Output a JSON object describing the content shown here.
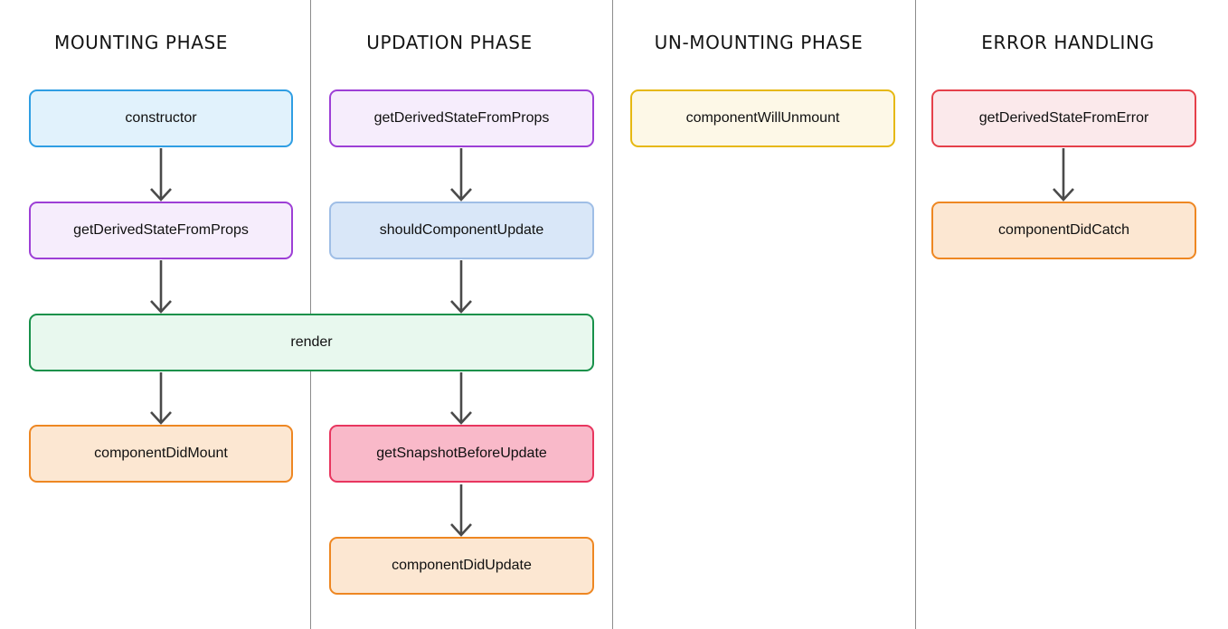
{
  "diagram": {
    "title_row": {
      "mounting": "MOUNTING PHASE",
      "updation": "UPDATION PHASE",
      "unmounting": "UN-MOUNTING PHASE",
      "error": "ERROR HANDLING"
    },
    "columns": [
      {
        "title": "MOUNTING PHASE",
        "boxes": [
          {
            "label": "constructor",
            "style": "blue"
          },
          {
            "label": "getDerivedStateFromProps",
            "style": "purple"
          },
          {
            "label": "componentDidMount",
            "style": "orange"
          }
        ]
      },
      {
        "title": "UPDATION PHASE",
        "boxes": [
          {
            "label": "getDerivedStateFromProps",
            "style": "purple"
          },
          {
            "label": "shouldComponentUpdate",
            "style": "softblue"
          },
          {
            "label": "getSnapshotBeforeUpdate",
            "style": "pink"
          },
          {
            "label": "componentDidUpdate",
            "style": "orange"
          }
        ]
      },
      {
        "title": "UN-MOUNTING PHASE",
        "boxes": [
          {
            "label": "componentWillUnmount",
            "style": "yellow"
          }
        ]
      },
      {
        "title": "ERROR HANDLING",
        "boxes": [
          {
            "label": "getDerivedStateFromError",
            "style": "red"
          },
          {
            "label": "componentDidCatch",
            "style": "orange"
          }
        ]
      }
    ],
    "shared_box": {
      "label": "render",
      "style": "green",
      "spans": "mounting+updation"
    },
    "styles": {
      "blue": {
        "fill": "#E1F2FC",
        "border": "#2F9EE3"
      },
      "purple": {
        "fill": "#F6EDFC",
        "border": "#9D3FD6"
      },
      "green": {
        "fill": "#E8F8EE",
        "border": "#18914A"
      },
      "orange": {
        "fill": "#FCE7D2",
        "border": "#EE8722"
      },
      "softblue": {
        "fill": "#D9E7F8",
        "border": "#9FBEE6"
      },
      "pink": {
        "fill": "#F9B9C9",
        "border": "#E8365F"
      },
      "yellow": {
        "fill": "#FDF8E7",
        "border": "#E6B812"
      },
      "red": {
        "fill": "#FBE9EB",
        "border": "#E5404A"
      }
    },
    "arrow_color": "#4A4A4A",
    "divider_color": "#8C8C8C",
    "background": "#FFFFFF"
  }
}
